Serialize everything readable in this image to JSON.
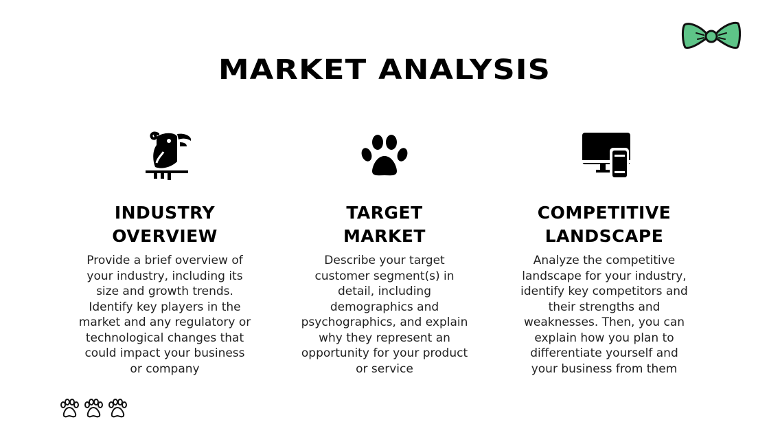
{
  "slide": {
    "title": "MARKET ANALYSIS",
    "accent_color": "#5ec488",
    "columns": [
      {
        "icon": "parrot-icon",
        "heading": "INDUSTRY\nOVERVIEW",
        "body": "Provide a brief overview of\nyour industry, including its\nsize and growth trends.\nIdentify key players in the\nmarket and any regulatory or\ntechnological changes that\ncould impact your business\nor company"
      },
      {
        "icon": "paw-icon",
        "heading": "TARGET\nMARKET",
        "body": "Describe your target\ncustomer segment(s) in\ndetail, including\ndemographics and\npsychographics, and explain\nwhy they represent an\nopportunity for your product\nor service"
      },
      {
        "icon": "devices-icon",
        "heading": "COMPETITIVE\nLANDSCAPE",
        "body": "Analyze the competitive\nlandscape for your industry,\nidentify key competitors and\ntheir strengths and\nweaknesses. Then, you can\nexplain how you plan to\ndifferentiate yourself and\nyour business from them"
      }
    ],
    "decorations": [
      "bowtie-icon",
      "paw-prints-icon"
    ]
  }
}
